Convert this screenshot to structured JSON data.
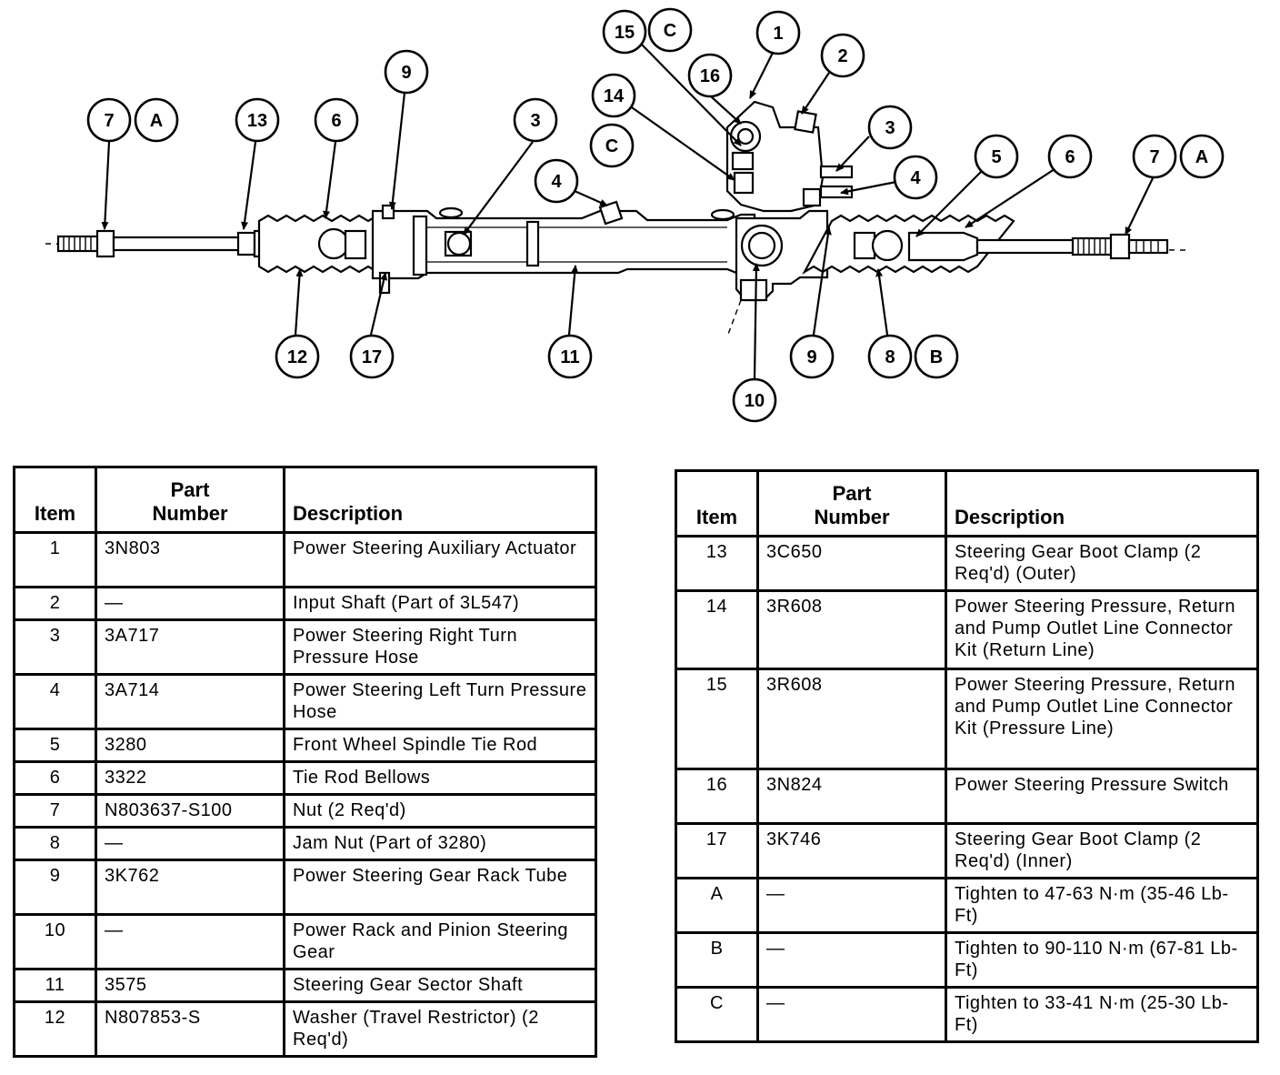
{
  "callouts": [
    "7",
    "A",
    "13",
    "6",
    "9",
    "3",
    "4",
    "15",
    "C",
    "14",
    "C",
    "16",
    "1",
    "2",
    "3",
    "4",
    "5",
    "6",
    "7",
    "A",
    "12",
    "17",
    "11",
    "10",
    "9",
    "8",
    "B"
  ],
  "table_left": {
    "headers": {
      "item": "Item",
      "part": "Part\nNumber",
      "desc": "Description"
    },
    "rows": [
      {
        "item": "1",
        "part": "3N803",
        "desc": "Power Steering Auxiliary Actuator"
      },
      {
        "item": "2",
        "part": "—",
        "desc": "Input Shaft (Part of 3L547)"
      },
      {
        "item": "3",
        "part": "3A717",
        "desc": "Power Steering Right Turn Pressure Hose"
      },
      {
        "item": "4",
        "part": "3A714",
        "desc": "Power Steering Left Turn Pressure Hose"
      },
      {
        "item": "5",
        "part": "3280",
        "desc": "Front Wheel Spindle Tie Rod"
      },
      {
        "item": "6",
        "part": "3322",
        "desc": "Tie Rod Bellows"
      },
      {
        "item": "7",
        "part": "N803637-S100",
        "desc": "Nut (2 Req'd)"
      },
      {
        "item": "8",
        "part": "—",
        "desc": "Jam Nut (Part of 3280)"
      },
      {
        "item": "9",
        "part": "3K762",
        "desc": "Power Steering Gear Rack Tube"
      },
      {
        "item": "10",
        "part": "—",
        "desc": "Power Rack and Pinion Steering Gear"
      },
      {
        "item": "11",
        "part": "3575",
        "desc": "Steering Gear Sector Shaft"
      },
      {
        "item": "12",
        "part": "N807853-S",
        "desc": "Washer (Travel Restrictor) (2 Req'd)"
      }
    ]
  },
  "table_right": {
    "headers": {
      "item": "Item",
      "part": "Part\nNumber",
      "desc": "Description"
    },
    "rows": [
      {
        "item": "13",
        "part": "3C650",
        "desc": "Steering Gear Boot Clamp (2 Req'd) (Outer)"
      },
      {
        "item": "14",
        "part": "3R608",
        "desc": "Power Steering Pressure, Return and Pump Outlet Line Connector Kit (Return Line)"
      },
      {
        "item": "15",
        "part": "3R608",
        "desc": "Power Steering Pressure, Return and Pump Outlet Line Connector Kit (Pressure Line)"
      },
      {
        "item": "16",
        "part": "3N824",
        "desc": "Power Steering Pressure Switch"
      },
      {
        "item": "17",
        "part": "3K746",
        "desc": "Steering Gear Boot Clamp (2 Req'd) (Inner)"
      },
      {
        "item": "A",
        "part": "—",
        "desc": "Tighten to 47-63 N·m (35-46 Lb-Ft)"
      },
      {
        "item": "B",
        "part": "—",
        "desc": "Tighten to 90-110 N·m (67-81 Lb-Ft)"
      },
      {
        "item": "C",
        "part": "—",
        "desc": "Tighten to 33-41 N·m (25-30 Lb-Ft)"
      }
    ]
  }
}
